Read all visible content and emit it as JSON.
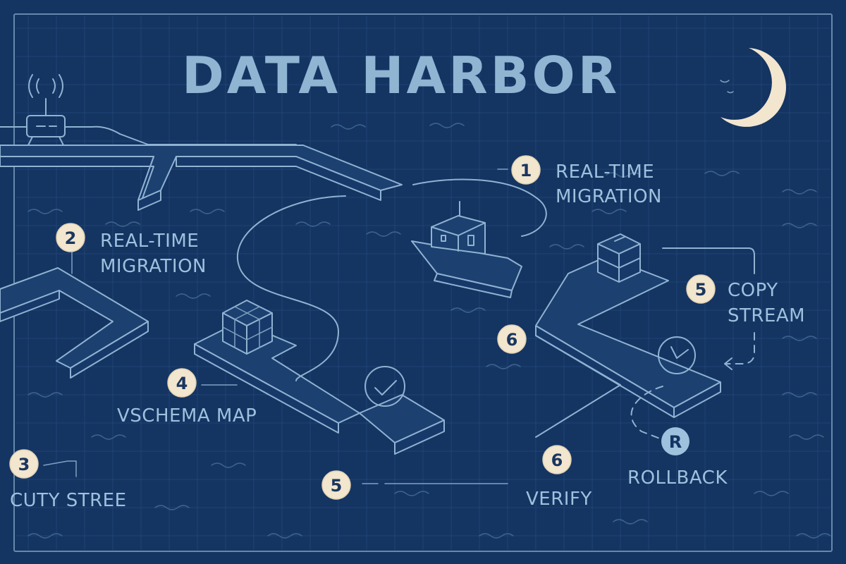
{
  "title": "DATA HARBOR",
  "colors": {
    "background": "#143462",
    "line": "#8fb3d1",
    "badge": "#f2e6cf",
    "moon": "#f2e6cf",
    "text": "#9ec1dd"
  },
  "icons": [
    "antenna-router-icon",
    "moon-icon",
    "boat-icon",
    "cube-grid-icon",
    "stacked-box-icon",
    "check-circle-icon",
    "clock-icon",
    "rollback-r-icon"
  ],
  "steps": [
    {
      "number": "1",
      "lines": [
        "REAL-TIME",
        "MIGRATION"
      ]
    },
    {
      "number": "2",
      "lines": [
        "REAL-TIME",
        "MIGRATION"
      ]
    },
    {
      "number": "3",
      "lines": [
        "CUTY STREE"
      ]
    },
    {
      "number": "4",
      "lines": [
        "VSCHEMA MAP"
      ]
    },
    {
      "number": "5",
      "lines": []
    },
    {
      "number": "6",
      "lines": [
        "VERIFY"
      ]
    },
    {
      "number": "6",
      "lines": []
    },
    {
      "number": "5",
      "lines": [
        "COPY",
        "STREAM"
      ]
    }
  ],
  "rollback": {
    "letter": "R",
    "label": "ROLLBACK"
  }
}
